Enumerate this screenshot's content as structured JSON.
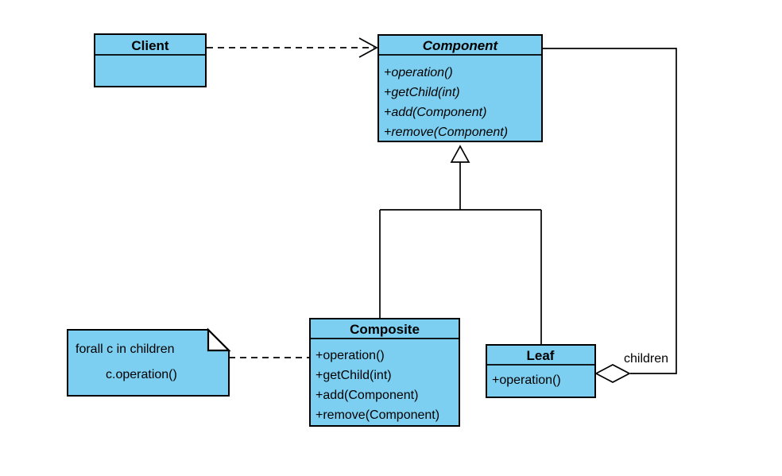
{
  "colors": {
    "background": "#ffffff",
    "shape_fill": "#7dcff1",
    "stroke": "#000000"
  },
  "classes": {
    "client": {
      "name": "Client",
      "methods": []
    },
    "component": {
      "name": "Component",
      "methods": [
        "+operation()",
        "+getChild(int)",
        "+add(Component)",
        "+remove(Component)"
      ]
    },
    "composite": {
      "name": "Composite",
      "methods": [
        "+operation()",
        "+getChild(int)",
        "+add(Component)",
        "+remove(Component)"
      ]
    },
    "leaf": {
      "name": "Leaf",
      "methods": [
        "+operation()"
      ]
    }
  },
  "note": {
    "line1": "forall c in children",
    "line2": "c.operation()"
  },
  "relationships": {
    "children_label": "children"
  }
}
